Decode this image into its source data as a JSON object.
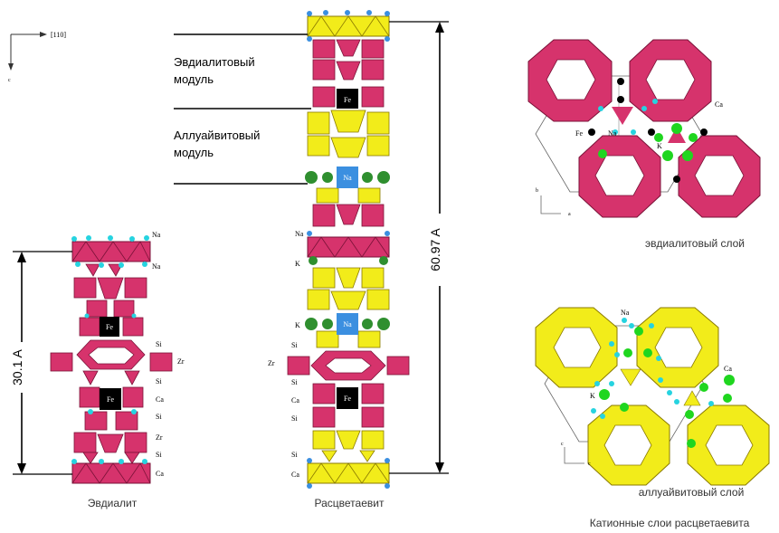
{
  "direction_label": "[110]",
  "direction_axis_c": "c",
  "eudialyte": {
    "caption": "Эвдиалит",
    "dimension": "30.1 A",
    "atoms_top": [
      "Na",
      "Na"
    ],
    "fe": "Fe",
    "side_labels": [
      "Si",
      "Zr",
      "Si",
      "Ca",
      "Si",
      "Zr",
      "Si",
      "Ca"
    ]
  },
  "rastsvetaevite": {
    "caption": "Расцветаевит",
    "dimension": "60.97 A",
    "module_eudialyte_line1": "Эвдиалитовый",
    "module_eudialyte_line2": "модуль",
    "module_alluaivite_line1": "Аллуайвитовый",
    "module_alluaivite_line2": "модуль",
    "fe": "Fe",
    "na": "Na",
    "left_labels": [
      "Na",
      "K",
      "K",
      "Si",
      "Zr",
      "Si",
      "Ca",
      "Si",
      "Si",
      "Ca"
    ]
  },
  "layers": {
    "eudialyte_layer_caption": "эвдиалитовый слой",
    "alluaivite_layer_caption": "аллуайвитовый слой",
    "title": "Катионные слои расцветаевита",
    "top_labels": [
      "Ca",
      "Fe",
      "Na",
      "K"
    ],
    "top_axes": [
      "b",
      "a"
    ],
    "bottom_labels": [
      "Na",
      "Ca",
      "K"
    ],
    "bottom_axes": [
      "c",
      "c"
    ]
  },
  "colors": {
    "magenta": "#d6336c",
    "yellow": "#f2ec1a",
    "green": "#1fd61f",
    "cyan": "#26d3e0",
    "fe_black": "#000000",
    "na_blue": "#3b8fe0"
  }
}
